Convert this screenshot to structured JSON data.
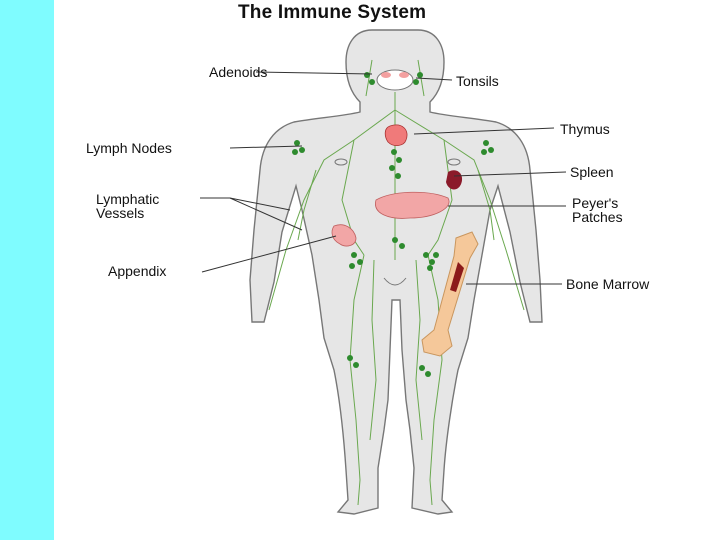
{
  "title": "The Immune System",
  "labels": {
    "adenoids": "Adenoids",
    "tonsils": "Tonsils",
    "thymus": "Thymus",
    "lymph_nodes": "Lymph Nodes",
    "spleen": "Spleen",
    "lymphatic_vessels": "Lymphatic\nVessels",
    "peyers_patches": "Peyer's\nPatches",
    "appendix": "Appendix",
    "bone_marrow": "Bone Marrow"
  },
  "colors": {
    "side_bar": "#7ffcff",
    "body_fill": "#e6e6e6",
    "body_outline": "#777777",
    "lymph_vessel": "#6aa84f",
    "lymph_node": "#2e8b2e",
    "thymus": "#f07a7a",
    "spleen": "#8b1a2a",
    "peyers_patches": "#f2a6a6",
    "bone": "#f5c89a",
    "marrow": "#8b1a1a"
  }
}
